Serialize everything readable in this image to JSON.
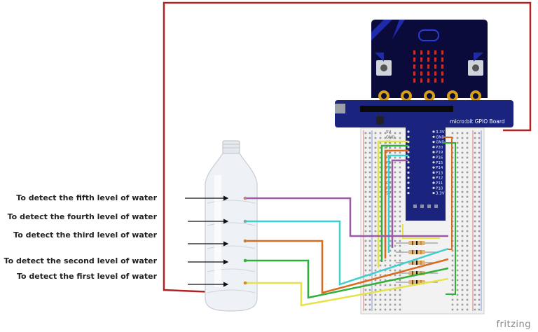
{
  "labels": {
    "fifth": "To detect the fifth level of water",
    "fourth": "To detect the fourth level of water",
    "third": "To detect the third level of water",
    "second": "To detect the second level of water",
    "first": "To detect the first level of water"
  },
  "gpio_board": {
    "title": "micro:bit GPIO Board",
    "left_pins": [
      "5V",
      "GND",
      "P0",
      "P1",
      "P2",
      "P3",
      "P4",
      "P5",
      "P6",
      "P7",
      "P8",
      "P9",
      "5V"
    ],
    "right_pins": [
      "3.3V",
      "GND",
      "GND",
      "P20",
      "P19",
      "P16",
      "P15",
      "P14",
      "P13",
      "P12",
      "P11",
      "P10",
      "3.3V"
    ]
  },
  "watermark": "fritzing",
  "colors": {
    "fifth": "#9b59a6",
    "fourth": "#3fcfcf",
    "third": "#d96a1f",
    "second": "#2fae3a",
    "first": "#e6e34a",
    "power": "#b22222",
    "board": "#1a237e",
    "microbit": "#0b0b3b"
  }
}
